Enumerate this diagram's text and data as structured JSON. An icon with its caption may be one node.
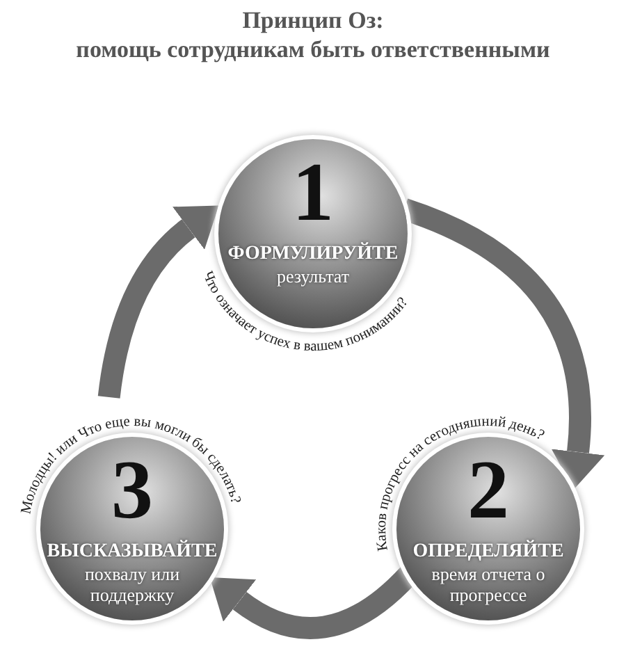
{
  "diagram": {
    "title": "Принцип Оз: помощь сотрудникам быть ответственными",
    "nodes": [
      {
        "text": [
          "1",
          "ФОРМУЛИРУЙТЕ",
          "результат",
          "Что означает успех в вашем понимании?"
        ]
      },
      {
        "text": [
          "Каков прогресс на сегодняшний день?",
          "2",
          "ОПРЕДЕЛЯЙТЕ",
          "время отчета о прогрессе"
        ]
      },
      {
        "text": [
          "Молодцы! или Что еще вы могли бы сделать?",
          "3",
          "ВЫСКАЗЫВАЙТЕ",
          "похвалу или поддержку"
        ]
      }
    ],
    "edges": [
      {
        "from": 0,
        "to": 1,
        "arrow": "to"
      },
      {
        "from": 1,
        "to": 2,
        "arrow": "to"
      },
      {
        "from": 2,
        "to": 0,
        "arrow": "to"
      }
    ]
  }
}
